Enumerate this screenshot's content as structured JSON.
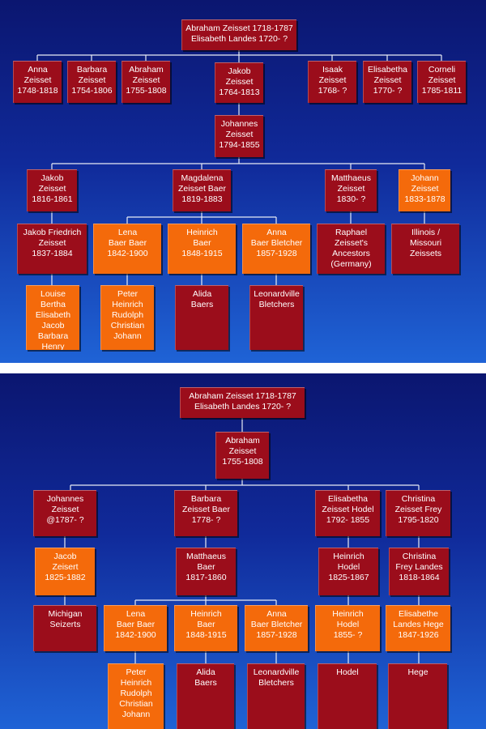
{
  "colors": {
    "red_box": "#9b0d1b",
    "orange_box": "#f46a0b",
    "connector": "#e8ecf5",
    "bg_top": "#0b1670",
    "bg_bottom": "#1f63d6"
  },
  "panels": [
    {
      "nodes": [
        {
          "id": "p1-root",
          "text": "Abraham Zeisset 1718-1787\nElisabeth Landes 1720- ?",
          "color": "red"
        },
        {
          "id": "p1-anna",
          "text": "Anna\nZeisset\n1748-1818",
          "color": "red"
        },
        {
          "id": "p1-barbara",
          "text": "Barbara\nZeisset\n1754-1806",
          "color": "red"
        },
        {
          "id": "p1-abraham",
          "text": "Abraham\nZeisset\n1755-1808",
          "color": "red"
        },
        {
          "id": "p1-jakob",
          "text": "Jakob\nZeisset\n1764-1813",
          "color": "red"
        },
        {
          "id": "p1-isaak",
          "text": "Isaak\nZeisset\n1768- ?",
          "color": "red"
        },
        {
          "id": "p1-elisabetha",
          "text": "Elisabetha\nZeisset\n1770- ?",
          "color": "red"
        },
        {
          "id": "p1-corneli",
          "text": "Corneli\nZeisset\n1785-1811",
          "color": "red"
        },
        {
          "id": "p1-johannes",
          "text": "Johannes\nZeisset\n1794-1855",
          "color": "red"
        },
        {
          "id": "p1-jakob2",
          "text": "Jakob\nZeisset\n1816-1861",
          "color": "red"
        },
        {
          "id": "p1-magdalena",
          "text": "Magdalena\nZeisset Baer\n1819-1883",
          "color": "red"
        },
        {
          "id": "p1-matthaeus",
          "text": "Matthaeus\nZeisset\n1830- ?",
          "color": "red"
        },
        {
          "id": "p1-johann",
          "text": "Johann\nZeisset\n1833-1878",
          "color": "orange"
        },
        {
          "id": "p1-jakobfriedrich",
          "text": "Jakob Friedrich\nZeisset\n1837-1884",
          "color": "red"
        },
        {
          "id": "p1-lena",
          "text": "Lena\nBaer Baer\n1842-1900",
          "color": "orange"
        },
        {
          "id": "p1-heinrich",
          "text": "Heinrich\nBaer\n1848-1915",
          "color": "orange"
        },
        {
          "id": "p1-annabaer",
          "text": "Anna\nBaer Bletcher\n1857-1928",
          "color": "orange"
        },
        {
          "id": "p1-raphael",
          "text": "Raphael\nZeisset's\nAncestors\n(Germany)",
          "color": "red"
        },
        {
          "id": "p1-illinois",
          "text": "Illinois /\nMissouri\nZeissets",
          "color": "red"
        },
        {
          "id": "p1-louise",
          "text": "Louise\nBertha\nElisabeth\nJacob\nBarbara\nHenry",
          "color": "orange"
        },
        {
          "id": "p1-peter",
          "text": "Peter\nHeinrich\nRudolph\nChristian\nJohann",
          "color": "orange"
        },
        {
          "id": "p1-alida",
          "text": "Alida\nBaers",
          "color": "red"
        },
        {
          "id": "p1-leonardville",
          "text": "Leonardville\nBletchers",
          "color": "red"
        }
      ]
    },
    {
      "nodes": [
        {
          "id": "p2-root",
          "text": "Abraham  Zeisset 1718-1787\nElisabeth Landes 1720- ?",
          "color": "red"
        },
        {
          "id": "p2-abraham",
          "text": "Abraham\nZeisset\n1755-1808",
          "color": "red"
        },
        {
          "id": "p2-johannes",
          "text": "Johannes\nZeisset\n@1787- ?",
          "color": "red"
        },
        {
          "id": "p2-barbara",
          "text": "Barbara\nZeisset Baer\n1778- ?",
          "color": "red"
        },
        {
          "id": "p2-elisabetha",
          "text": "Elisabetha\nZeisset Hodel\n1792- 1855",
          "color": "red"
        },
        {
          "id": "p2-christina",
          "text": "Christina\nZeisset Frey\n1795-1820",
          "color": "red"
        },
        {
          "id": "p2-jakob",
          "text": "Jacob\nZeisert\n1825-1882",
          "color": "orange"
        },
        {
          "id": "p2-matthaeus",
          "text": "Matthaeus\nBaer\n1817-1860",
          "color": "red"
        },
        {
          "id": "p2-heinrichhodel",
          "text": "Heinrich\nHodel\n1825-1867",
          "color": "red"
        },
        {
          "id": "p2-christinafrey",
          "text": "Christina\nFrey Landes\n1818-1864",
          "color": "red"
        },
        {
          "id": "p2-michigan",
          "text": "Michigan\nSeizerts",
          "color": "red"
        },
        {
          "id": "p2-lena",
          "text": "Lena\nBaer Baer\n1842-1900",
          "color": "orange"
        },
        {
          "id": "p2-heinrichbaer",
          "text": "Heinrich\nBaer\n1848-1915",
          "color": "orange"
        },
        {
          "id": "p2-annabaer",
          "text": "Anna\nBaer Bletcher\n1857-1928",
          "color": "orange"
        },
        {
          "id": "p2-heinrichhodel2",
          "text": "Heinrich\nHodel\n1855- ?",
          "color": "orange"
        },
        {
          "id": "p2-elisabethe",
          "text": "Elisabethe\nLandes Hege\n1847-1926",
          "color": "orange"
        },
        {
          "id": "p2-peter",
          "text": "Peter\nHeinrich\nRudolph\nChristian\nJohann",
          "color": "orange"
        },
        {
          "id": "p2-alida",
          "text": "Alida\nBaers",
          "color": "red"
        },
        {
          "id": "p2-leonardville",
          "text": "Leonardville\nBletchers",
          "color": "red"
        },
        {
          "id": "p2-hodel",
          "text": "Hodel",
          "color": "red"
        },
        {
          "id": "p2-hege",
          "text": "Hege",
          "color": "red"
        }
      ]
    }
  ]
}
